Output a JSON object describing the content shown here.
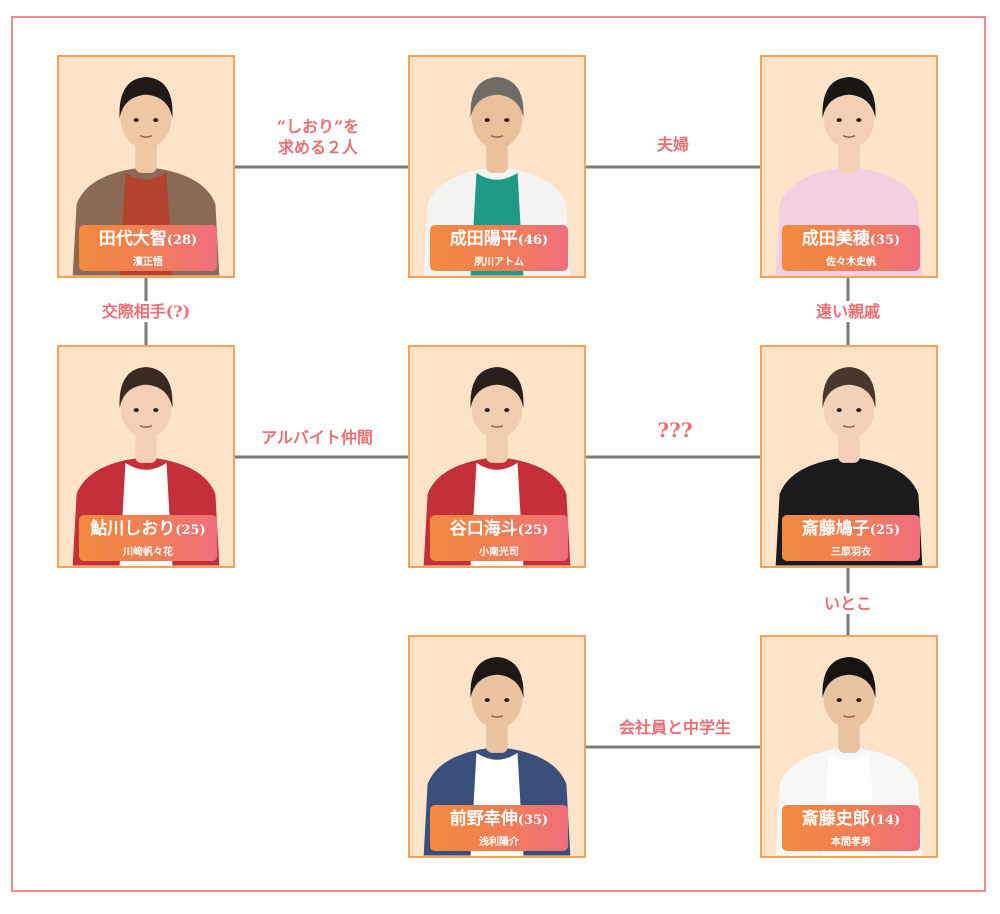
{
  "characters": [
    {
      "id": "tashiro",
      "name": "田代大智",
      "age": "(28)",
      "actor": "濱正悟",
      "skin": "#efc7a4",
      "hair": "#1f1a18",
      "shirt": "#b5412f",
      "jacket": "#8a6a54"
    },
    {
      "id": "narita_yohei",
      "name": "成田陽平",
      "age": "(46)",
      "actor": "夙川アトム",
      "skin": "#e9c09a",
      "hair": "#6f6b66",
      "shirt": "#1f9a84",
      "jacket": "#f3f3f1"
    },
    {
      "id": "narita_miho",
      "name": "成田美穂",
      "age": "(35)",
      "actor": "佐々木史帆",
      "skin": "#f3d0b5",
      "hair": "#191615",
      "shirt": "#f4cfe0",
      "jacket": "#f4cfe0"
    },
    {
      "id": "ayukawa",
      "name": "鮎川しおり",
      "age": "(25)",
      "actor": "川﨑帆々花",
      "skin": "#f3d0b5",
      "hair": "#3a2a22",
      "shirt": "#ffffff",
      "jacket": "#c52f3a"
    },
    {
      "id": "taniguchi",
      "name": "谷口海斗",
      "age": "(25)",
      "actor": "小南光司",
      "skin": "#f1cdb0",
      "hair": "#2a1f1b",
      "shirt": "#ffffff",
      "jacket": "#c52f3a"
    },
    {
      "id": "saito_hatoko",
      "name": "斎藤鳩子",
      "age": "(25)",
      "actor": "三原羽衣",
      "skin": "#f2d1b8",
      "hair": "#4a362c",
      "shirt": "#1b1b1d",
      "jacket": "#1b1b1d"
    },
    {
      "id": "maeno",
      "name": "前野幸伸",
      "age": "(35)",
      "actor": "浅利陽介",
      "skin": "#ebc3a0",
      "hair": "#1c1816",
      "shirt": "#ffffff",
      "jacket": "#3b4f7c"
    },
    {
      "id": "saito_shiro",
      "name": "斎藤史郎",
      "age": "(14)",
      "actor": "本間孝男",
      "skin": "#e9c3a1",
      "hair": "#161311",
      "shirt": "#ffffff",
      "jacket": "#f7f7f7"
    }
  ],
  "relations": [
    {
      "id": "tashiro_yohei",
      "label_line1": "“しおり”を",
      "label_line2": "求める２人"
    },
    {
      "id": "yohei_miho",
      "label": "夫婦"
    },
    {
      "id": "tashiro_ayukawa",
      "label": "交際相手(?)"
    },
    {
      "id": "miho_hatoko",
      "label": "遠い親戚"
    },
    {
      "id": "ayukawa_taniguchi",
      "label": "アルバイト仲間"
    },
    {
      "id": "taniguchi_hatoko",
      "label": "???"
    },
    {
      "id": "hatoko_shiro",
      "label": "いとこ"
    },
    {
      "id": "maeno_shiro",
      "label": "会社員と中学生"
    }
  ],
  "colors": {
    "frame": "#ef8c8f",
    "card_border": "#f6a35a",
    "card_bg": "#fde3c8",
    "line": "#7b7b7b",
    "label": "#ee6f73",
    "nameplate_start": "#f28a3e",
    "nameplate_end": "#ef6e7e"
  }
}
